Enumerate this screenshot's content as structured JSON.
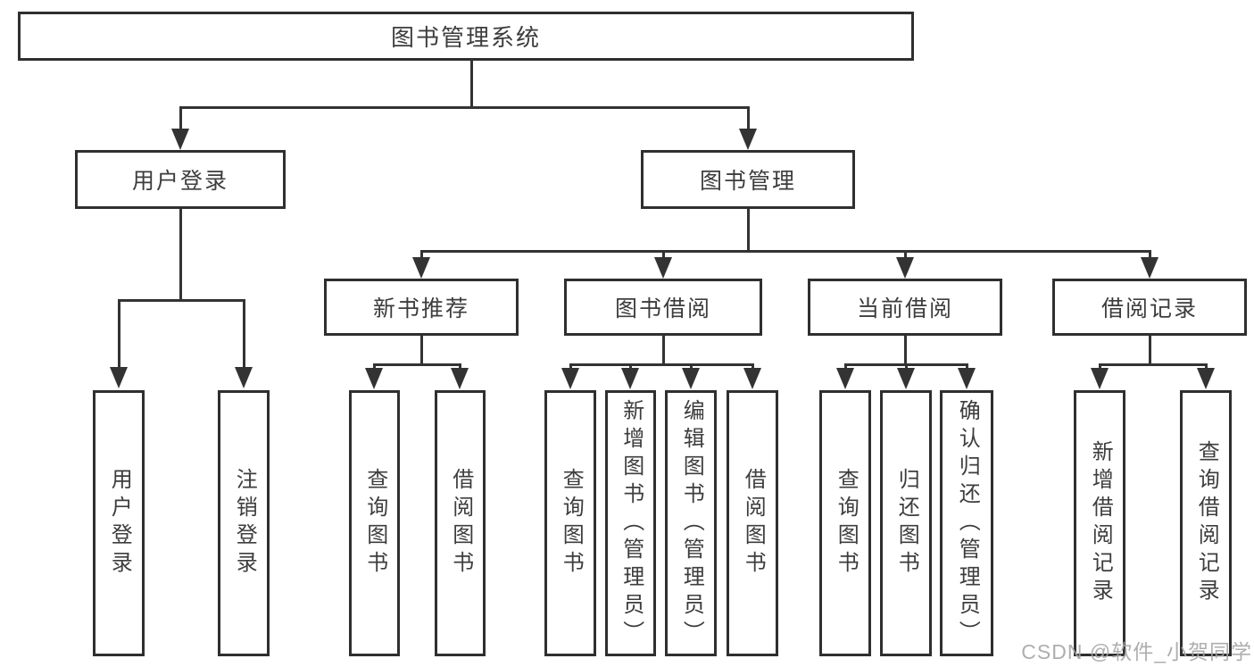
{
  "diagram": {
    "root": {
      "label": "图书管理系统"
    },
    "level2": [
      {
        "label": "用户登录"
      },
      {
        "label": "图书管理"
      }
    ],
    "level3": [
      {
        "label": "新书推荐"
      },
      {
        "label": "图书借阅"
      },
      {
        "label": "当前借阅"
      },
      {
        "label": "借阅记录"
      }
    ],
    "leaves_user_login": [
      {
        "label": "用户登录"
      },
      {
        "label": "注销登录"
      }
    ],
    "leaves_new_book": [
      {
        "label": "查询图书"
      },
      {
        "label": "借阅图书"
      }
    ],
    "leaves_book_borrow": [
      {
        "label": "查询图书"
      },
      {
        "label": "新增图书（管理员）"
      },
      {
        "label": "编辑图书（管理员）"
      },
      {
        "label": "借阅图书"
      }
    ],
    "leaves_current_borrow": [
      {
        "label": "查询图书"
      },
      {
        "label": "归还图书"
      },
      {
        "label": "确认归还（管理员）"
      }
    ],
    "leaves_borrow_records": [
      {
        "label": "新增借阅记录"
      },
      {
        "label": "查询借阅记录"
      }
    ],
    "colors": {
      "line": "#333333",
      "border": "#2f2f2f",
      "text": "#3d3d3d",
      "background": "#ffffff",
      "watermark": "#a5a5a5"
    }
  },
  "watermark": {
    "text": "CSDN @软件_小贺同学"
  }
}
